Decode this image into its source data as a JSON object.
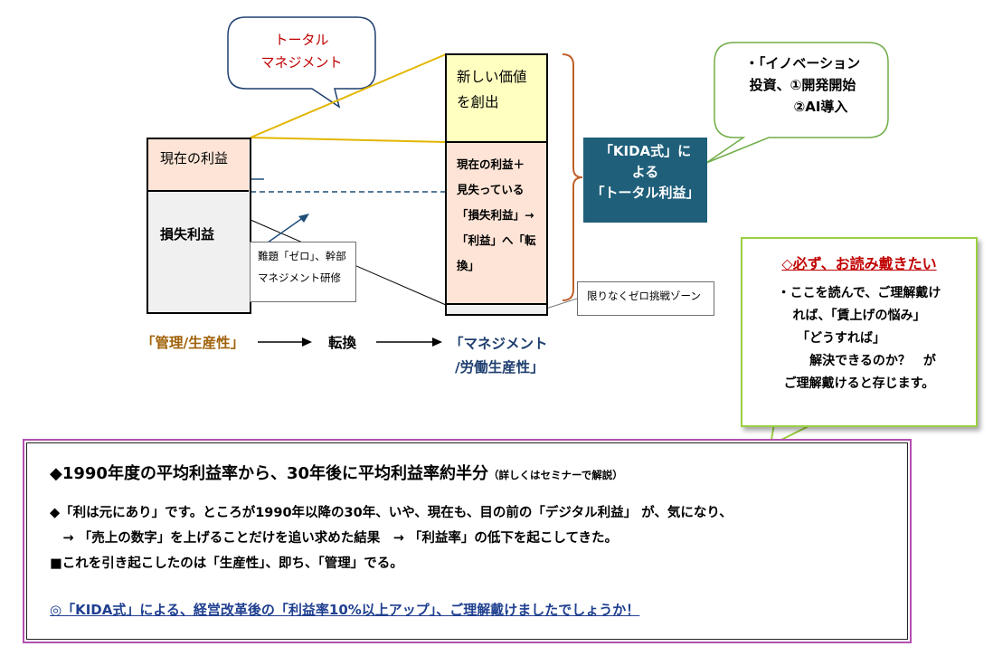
{
  "callout_total": {
    "line1": "トータル",
    "line2": "マネジメント"
  },
  "new_value": {
    "line1": "新しい価値",
    "line2": "を創出"
  },
  "current_profit_left": "現在の利益",
  "lost_profit_left": "損失利益",
  "right_column": {
    "lines": [
      "現在の利益＋",
      "見失っている",
      "「損失利益」→",
      "「利益」へ「転",
      "換」"
    ]
  },
  "kida_box": {
    "lines": [
      "「KIDA式」に",
      "よる",
      "「トータル利益」"
    ]
  },
  "innovation_callout": {
    "lines": [
      "・「イノベーション",
      "投資、①開発開始",
      "②AI導入"
    ]
  },
  "zero_topic_box": {
    "line1": "難題「ゼロ」、幹部",
    "line2": "マネジメント研修"
  },
  "zero_zone_label": "限りなくゼロ挑戦ゾーン",
  "flow": {
    "start": "「管理/生産性」",
    "middle": "転換",
    "end_line1": "「マネジメント",
    "end_line2": "/労働生産性」"
  },
  "must_read": {
    "title": "◇必ず、お読み戴きたい",
    "lines": [
      "・ここを読んで、ご理解戴け",
      "れば、「賃上げの悩み」",
      "「どうすれば」",
      "解決できるのか？　が",
      "ご理解戴けると存じます。"
    ]
  },
  "bottom": {
    "headline_main": "◆1990年度の平均利益率から、30年後に平均利益率約半分",
    "headline_note": "（詳しくはセミナーで解説）",
    "line1": "◆「利は元にあり」です。ところが1990年以降の30年、いや、現在も、目の前の「デジタル利益」 が、気になり、",
    "line2": "　→ 「売上の数字」を上げることだけを追い求めた結果　→ 「利益率」の低下を起こしてきた。",
    "line3": "■これを引き起こしたのは「生産性」、即ち、「管理」でる。",
    "line4": "◎「KIDA式」による、経営改革後の「利益率10%以上アップ」、ご理解戴けましたでしょうか！"
  },
  "colors": {
    "callout_red": "#c00000",
    "kida_blue": "#1f5f7a",
    "yellow_fill": "#ffffc0",
    "peach_fill": "#fde4d6",
    "gray_fill": "#f0f0f0",
    "brace_orange": "#c0602c",
    "green_border": "#70ad47",
    "flow_brown": "#a0620a",
    "flow_blue": "#1f3f6f",
    "bottom_border": "#b44fb0"
  }
}
